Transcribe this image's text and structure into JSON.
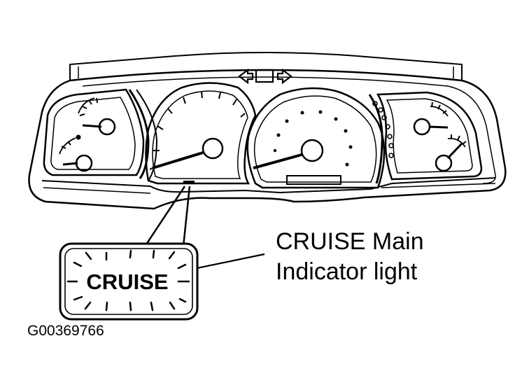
{
  "callout": {
    "line1": "CRUISE Main",
    "line2": "Indicator light"
  },
  "badge": {
    "label": "CRUISE"
  },
  "figure_id": "G00369766",
  "colors": {
    "ink": "#000000",
    "paper": "#ffffff"
  }
}
